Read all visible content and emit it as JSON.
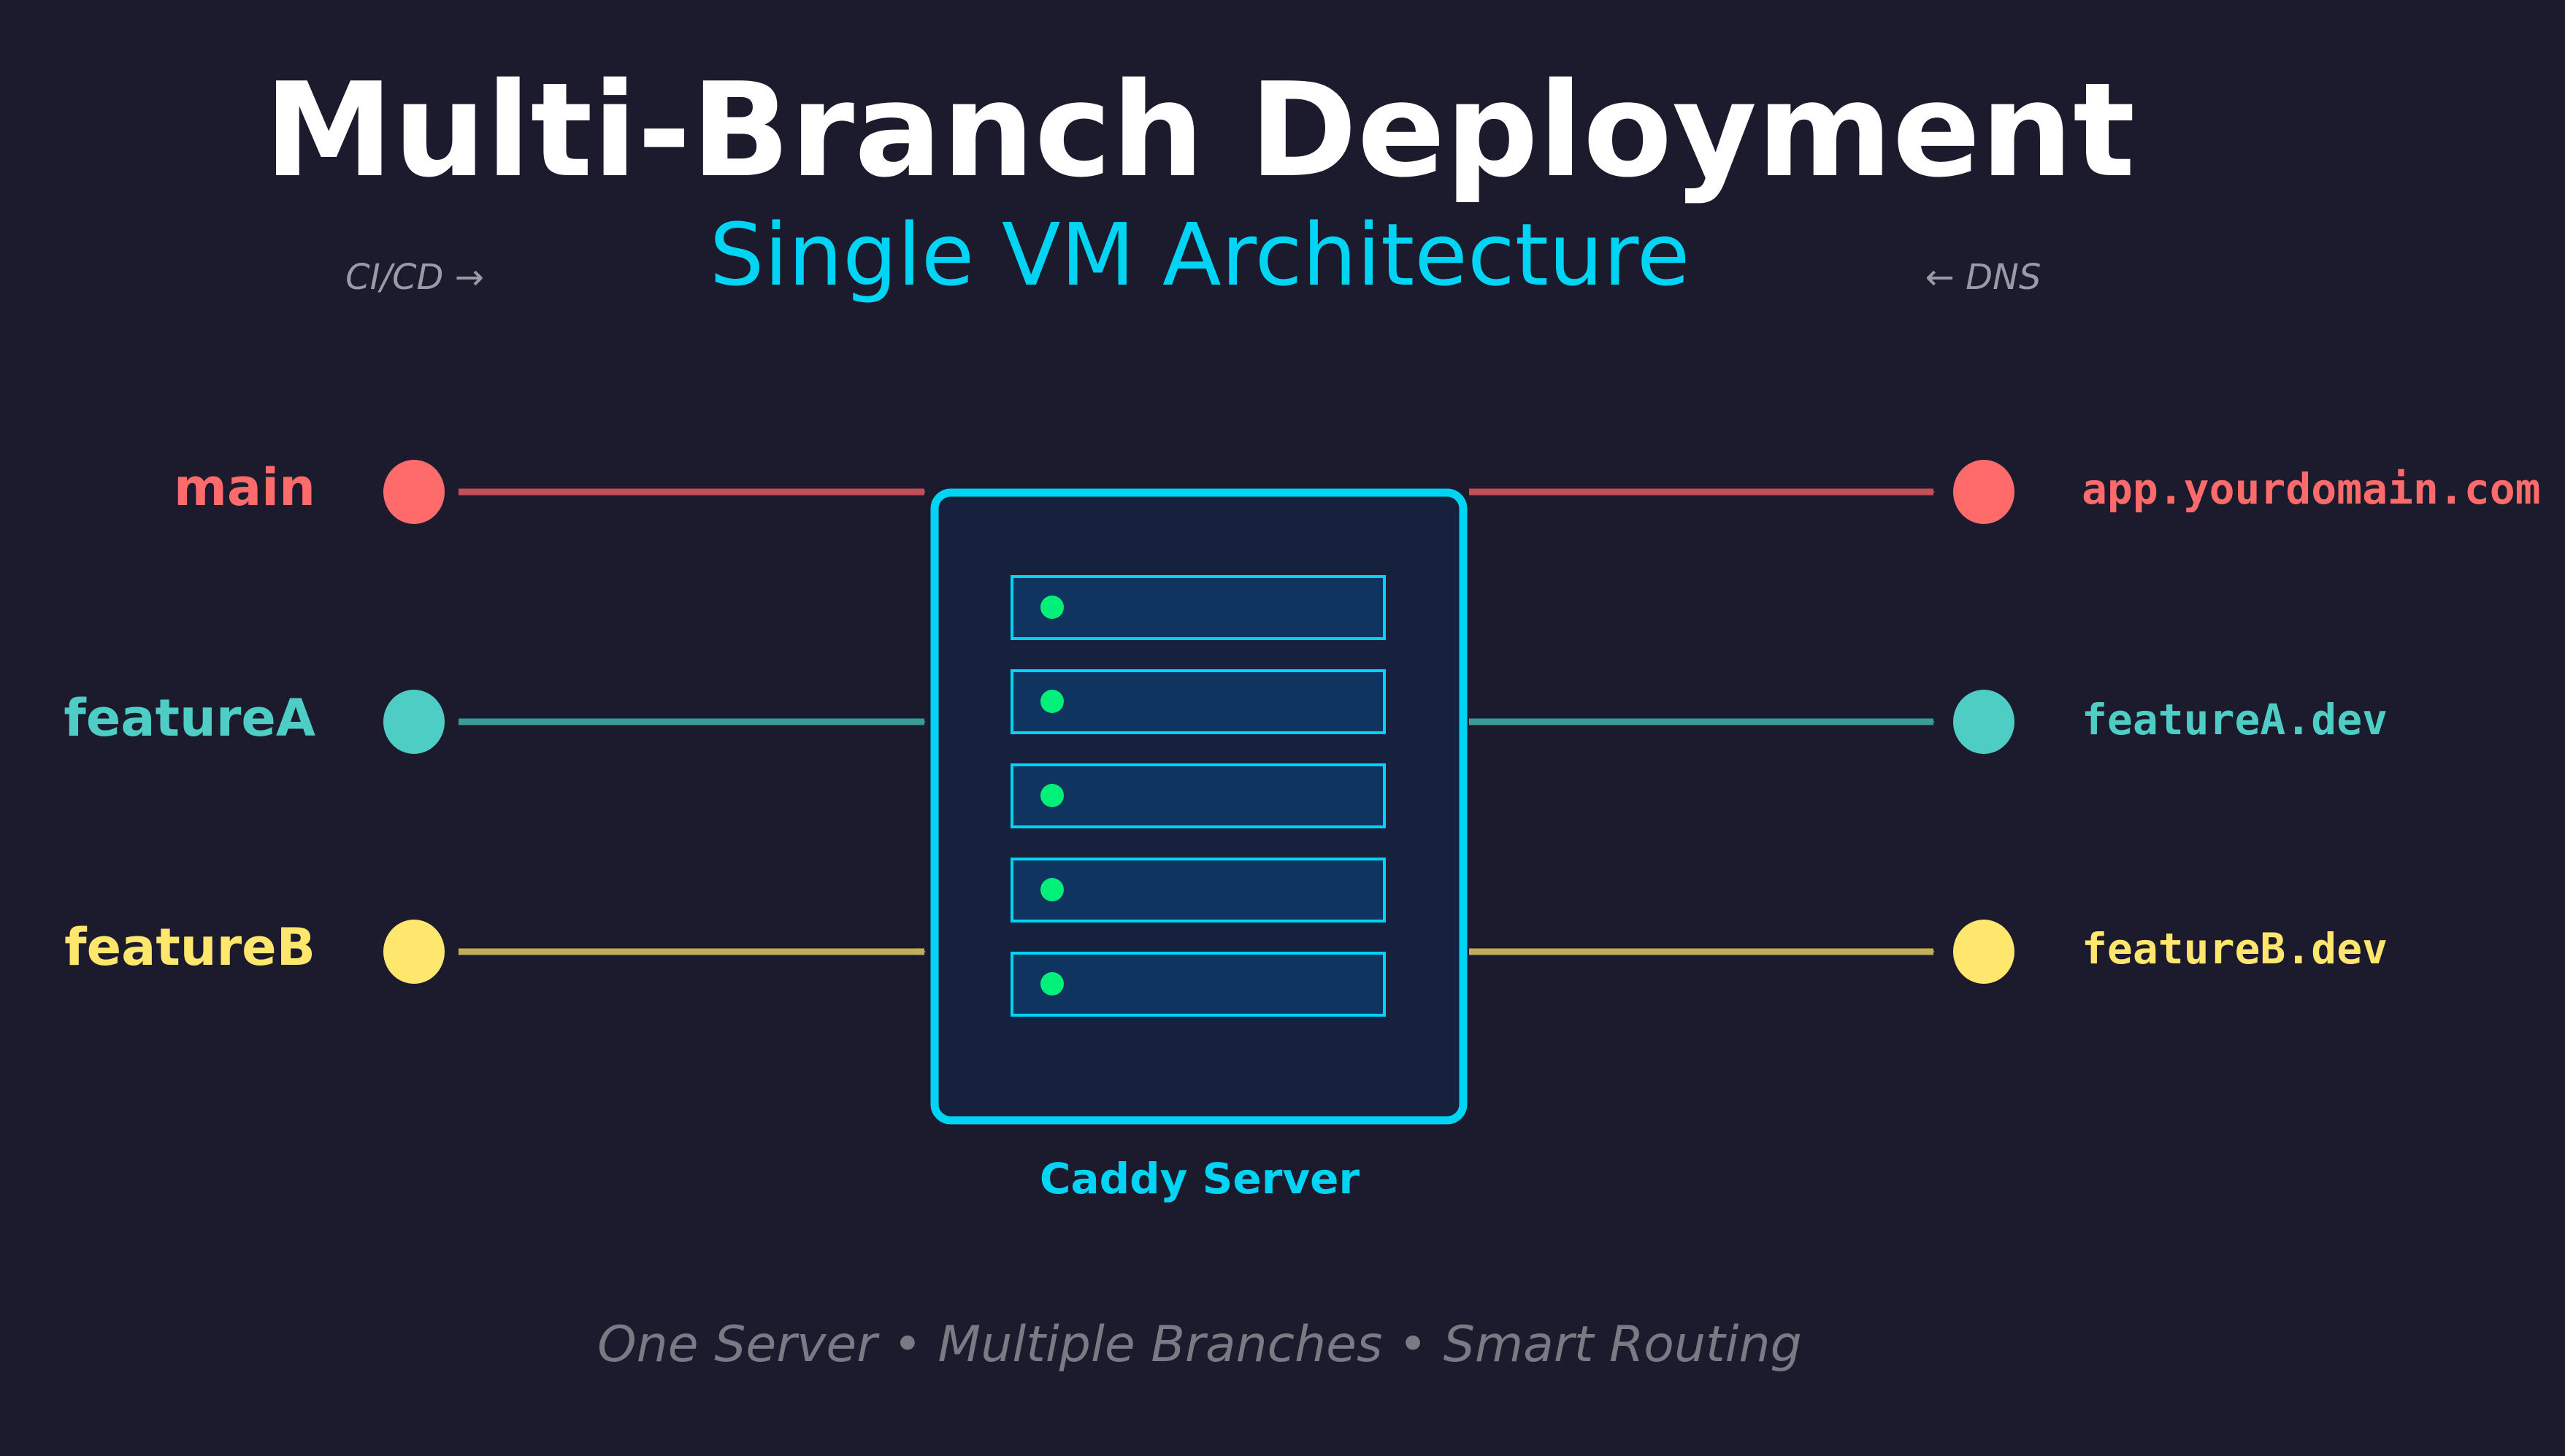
{
  "title": "Multi-Branch Deployment",
  "subtitle": "Single VM Architecture",
  "left_hint": "CI/CD →",
  "right_hint": "← DNS",
  "server_label": "Caddy Server",
  "footer": "One Server • Multiple Branches • Smart Routing",
  "branches": [
    {
      "name": "main",
      "domain": "app.yourdomain.com",
      "color": "#ff6b6b",
      "line_color": "#c44f58"
    },
    {
      "name": "featureA",
      "domain": "featureA.dev",
      "color": "#4ecdc4",
      "line_color": "#3a9b98"
    },
    {
      "name": "featureB",
      "domain": "featureB.dev",
      "color": "#ffe66d",
      "line_color": "#c2ad58"
    }
  ],
  "colors": {
    "background": "#1b1b2d",
    "accent": "#00d4f5",
    "server_fill": "#16213e",
    "slot_fill": "#0f3460",
    "led": "#00f07a",
    "muted_text": "#9a9aa6",
    "footer_text": "#7a7a85"
  }
}
